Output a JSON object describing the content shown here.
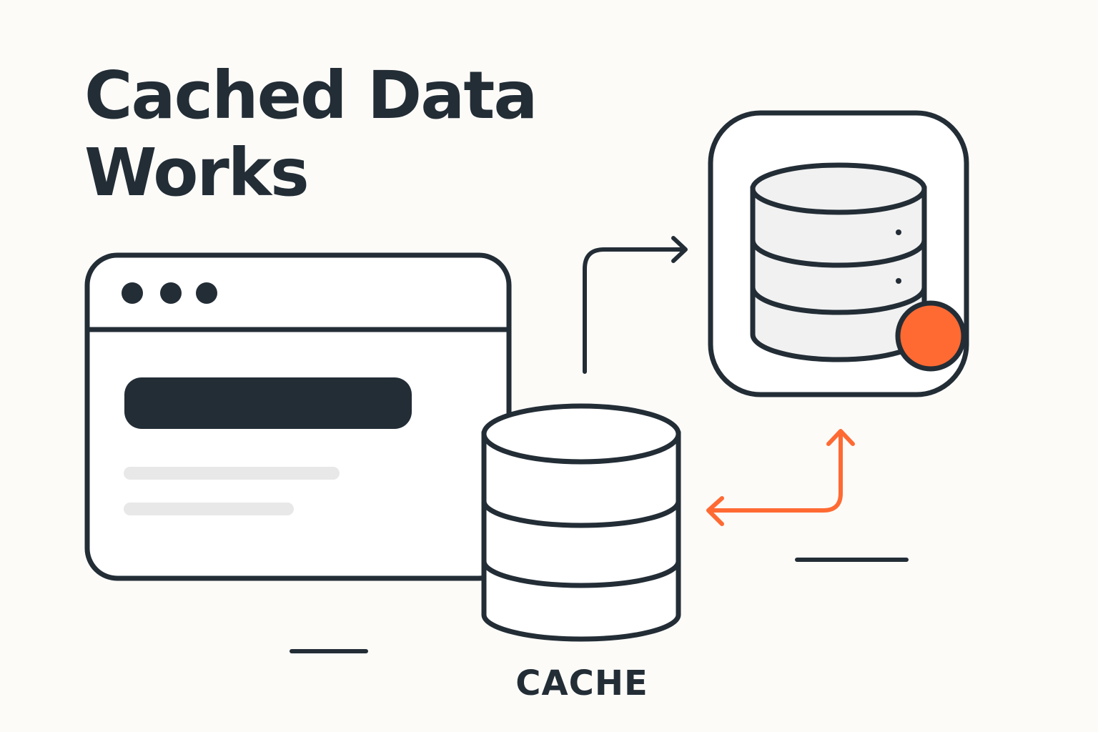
{
  "title": {
    "line1": "Cached Data",
    "line2": "Works"
  },
  "cache_label": "CACHE",
  "colors": {
    "ink": "#232d36",
    "accent": "#ff6a33",
    "background": "#fcfbf8",
    "placeholder": "#e8e8e8",
    "db_fill": "#f1f1f1"
  },
  "icons": [
    "browser-window-icon",
    "cache-database-icon",
    "server-database-icon",
    "status-dot-icon",
    "arrow-icon"
  ]
}
